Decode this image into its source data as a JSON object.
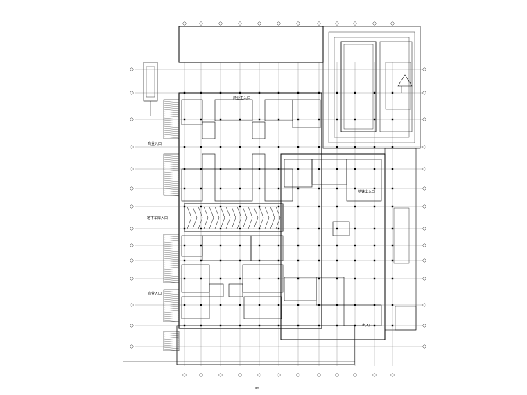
{
  "drawing": {
    "labels": {
      "north_entrance": "商业主入口",
      "west_entrance_upper": "商业入口",
      "west_entrance_middle": "地下车库入口",
      "west_entrance_lower": "商业入口",
      "east_entrance": "地铁出入口",
      "east_lower_note": "出入口",
      "bottom_caption": "图纸"
    }
  }
}
